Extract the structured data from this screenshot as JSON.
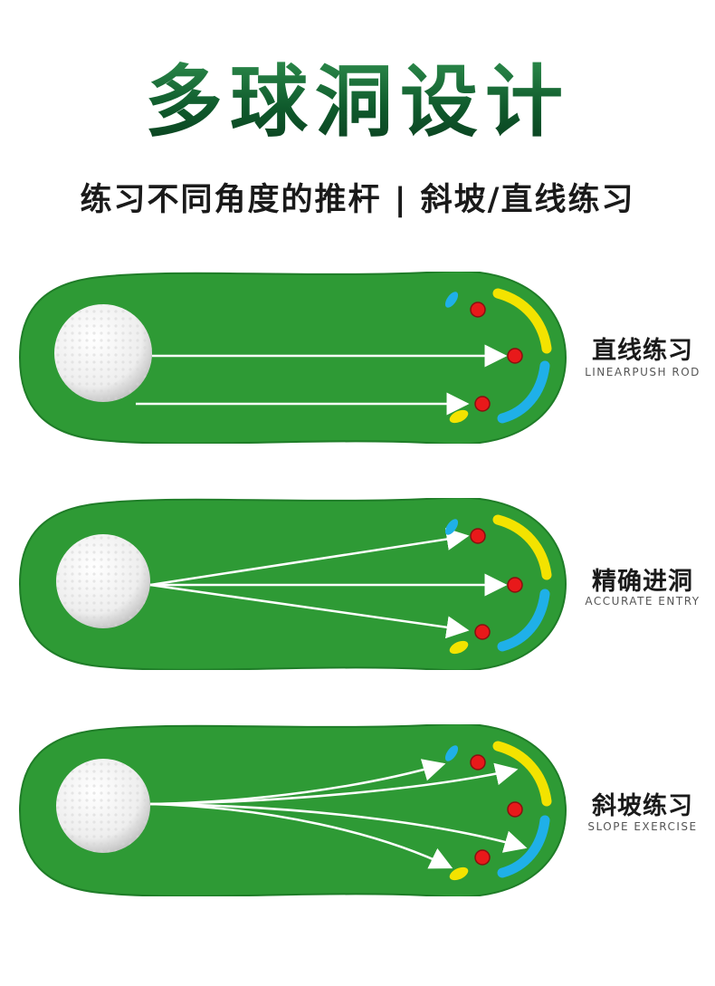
{
  "header": {
    "title": "多球洞设计",
    "subtitle": "练习不同角度的推杆 | 斜坡/直线练习"
  },
  "panels": [
    {
      "label_cn": "直线练习",
      "label_en": "LINEARPUSH ROD"
    },
    {
      "label_cn": "精确进洞",
      "label_en": "ACCURATE  ENTRY"
    },
    {
      "label_cn": "斜坡练习",
      "label_en": "SLOPE EXERCISE"
    }
  ],
  "colors": {
    "turf": "#2e9a35",
    "turf_dark": "#1f7d28",
    "hole": "#e8191a",
    "yellow_bumper": "#f3e300",
    "blue_bumper": "#1fb0e8",
    "arrow": "#ffffff",
    "title_green": "#0f5a2c"
  },
  "icons": [
    "golf-ball-icon",
    "hole-icon",
    "arrow-icon"
  ]
}
